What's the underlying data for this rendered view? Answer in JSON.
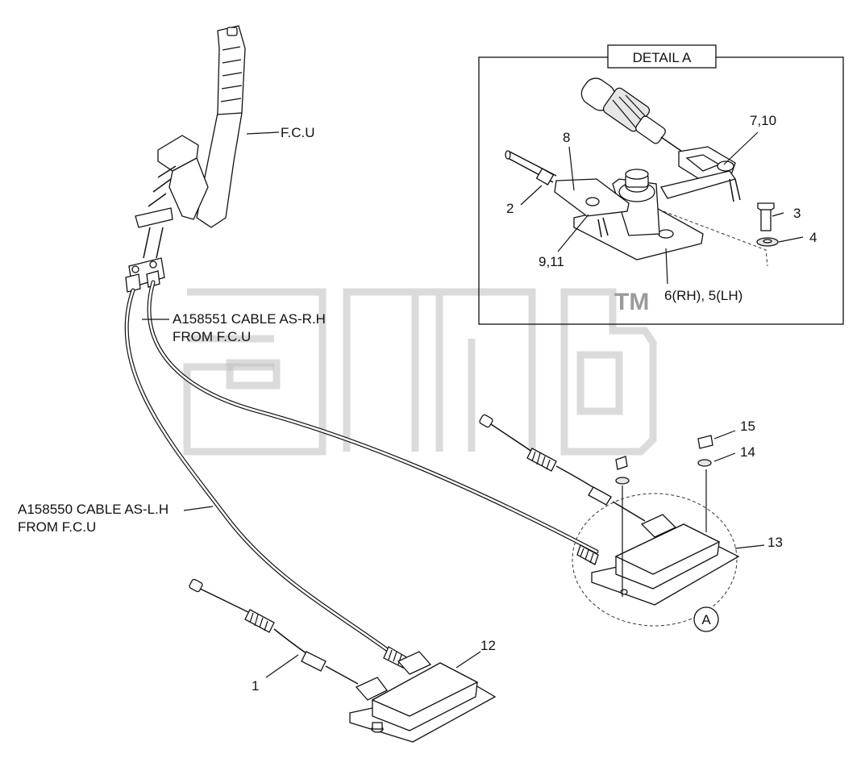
{
  "detail_title": "DETAIL  A",
  "watermark_mark": "TM",
  "labels": {
    "fcu": "F.C.U",
    "cable_rh_line1": "A158551 CABLE AS-R.H",
    "cable_rh_line2": "FROM F.C.U",
    "cable_lh_line1": "A158550 CABLE AS-L.H",
    "cable_lh_line2": "FROM F.C.U",
    "p1": "1",
    "p2": "2",
    "p3": "3",
    "p4": "4",
    "p6_5": "6(RH), 5(LH)",
    "p7_10": "7,10",
    "p8": "8",
    "p9_11": "9,11",
    "p12": "12",
    "p13": "13",
    "p14": "14",
    "p15": "15",
    "detail_ref": "A"
  }
}
